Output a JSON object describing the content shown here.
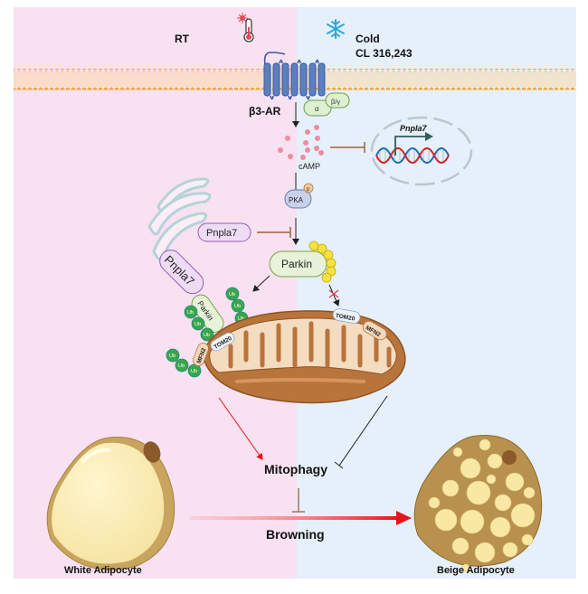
{
  "conditions": {
    "left_label": "RT",
    "right_label_line1": "Cold",
    "right_label_line2": "CL 316,243"
  },
  "receptor": {
    "name": "β3-AR",
    "g_alpha": "α",
    "g_betagamma": "β/γ"
  },
  "second_messenger": "cAMP",
  "gene": "Pnpla7",
  "kinase": {
    "name": "PKA",
    "phospho": "p"
  },
  "proteins": {
    "pnpla7": "Pnpla7",
    "parkin": "Parkin",
    "tom20": "TOM20",
    "mfn2": "MFN2",
    "ubiquitin": "Ub"
  },
  "outcomes": {
    "mitophagy": "Mitophagy",
    "browning": "Browning"
  },
  "cells": {
    "left": "White Adipocyte",
    "right": "Beige Adipocyte"
  },
  "colors": {
    "rt_background": "#f8e1f1",
    "cold_background": "#e6f0fa",
    "membrane": "#f4a93a",
    "receptor": "#5b7fbf",
    "inhibit_line": "#a0613a",
    "activation_red": "#e8141b",
    "ub_green": "#3aa64a",
    "phospho_yellow": "#f5e23a",
    "mito_brown": "#b9743c"
  }
}
